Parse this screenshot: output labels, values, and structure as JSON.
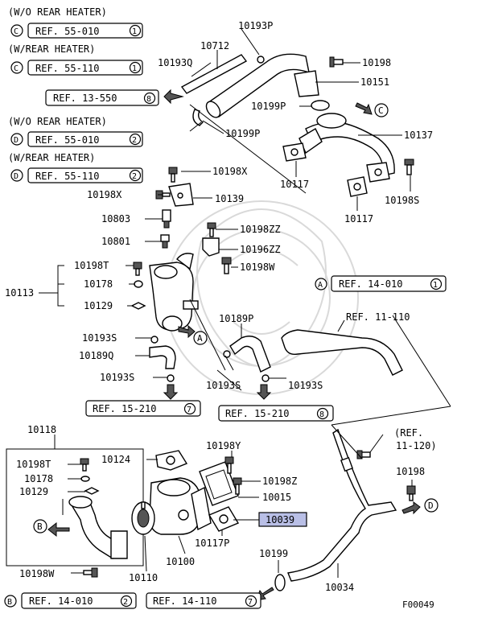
{
  "notes": {
    "n1": "(W/O REAR HEATER)",
    "n2": "(W/REAR HEATER)",
    "n3": "(W/O REAR HEATER)",
    "n4": "(W/REAR HEATER)"
  },
  "refs": {
    "r1_letter": "C",
    "r1_text": "REF. 55-010",
    "r1_num": "1",
    "r2_letter": "C",
    "r2_text": "REF. 55-110",
    "r2_num": "1",
    "r3_text": "REF. 13-550",
    "r3_num": "8",
    "r4_letter": "D",
    "r4_text": "REF. 55-010",
    "r4_num": "2",
    "r5_letter": "D",
    "r5_text": "REF. 55-110",
    "r5_num": "2",
    "r6_letter": "A",
    "r6_text": "REF. 14-010",
    "r6_num": "1",
    "r7_text": "REF. 11-110",
    "r8_text": "REF. 15-210",
    "r8_num": "7",
    "r9_text": "REF. 15-210",
    "r9_num": "8",
    "r10_line1": "(REF.",
    "r10_line2": "11-120)",
    "r11_letter": "B",
    "r11_text": "REF. 14-010",
    "r11_num": "2",
    "r12_text": "REF. 14-110",
    "r12_num": "7"
  },
  "labels": {
    "p10193P": "10193P",
    "p10712": "10712",
    "p10193Q": "10193Q",
    "p10198_top": "10198",
    "p10151": "10151",
    "p10199P_a": "10199P",
    "p10199P_b": "10199P",
    "p10137": "10137",
    "p10117_a": "10117",
    "p10117_b": "10117",
    "p10198S": "10198S",
    "p10198X_a": "10198X",
    "p10198X_b": "10198X",
    "p10139": "10139",
    "p10803": "10803",
    "p10198ZZ": "10198ZZ",
    "p10801": "10801",
    "p10196ZZ": "10196ZZ",
    "p10198T_a": "10198T",
    "p10198W_a": "10198W",
    "p10113": "10113",
    "p10178_a": "10178",
    "p10129_a": "10129",
    "p10189P": "10189P",
    "p10193S_a": "10193S",
    "p10189Q": "10189Q",
    "p10193S_b": "10193S",
    "p10193S_c": "10193S",
    "p10193S_d": "10193S",
    "p10118": "10118",
    "p10124": "10124",
    "p10198Y": "10198Y",
    "p10198T_b": "10198T",
    "p10178_b": "10178",
    "p10129_b": "10129",
    "p10198Z": "10198Z",
    "p10015": "10015",
    "p10039": "10039",
    "p10117P": "10117P",
    "p10100": "10100",
    "p10110": "10110",
    "p10198W_b": "10198W",
    "p10198_right": "10198",
    "p10199": "10199",
    "p10034": "10034"
  },
  "markers": {
    "A": "A",
    "B": "B",
    "C": "C",
    "D": "D"
  },
  "figure_code": "F00049"
}
